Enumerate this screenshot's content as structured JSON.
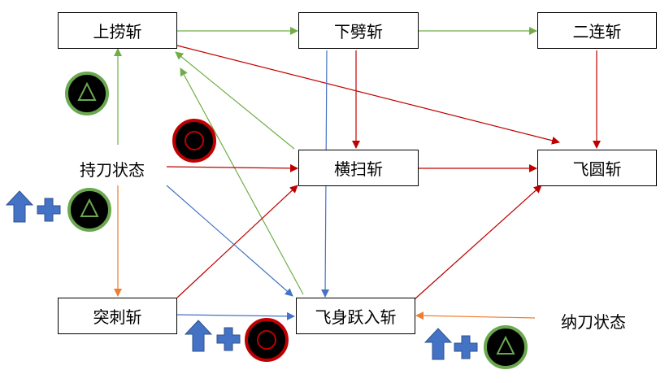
{
  "nodes": {
    "uppercut": "上捞斩",
    "downcleave": "下劈斩",
    "double": "二连斩",
    "horizontal": "横扫斩",
    "spin": "飞圆斩",
    "thrust": "突刺斩",
    "leap": "飞身跃入斩"
  },
  "states": {
    "holding": "持刀状态",
    "sheathed": "纳刀状态"
  },
  "buttons": {
    "triangle": {
      "symbol": "triangle",
      "ring": "#6aa84f",
      "fill": "#000000"
    },
    "circle": {
      "symbol": "circle",
      "ring": "#c00000",
      "fill": "#000000"
    },
    "up_arrow": {
      "color": "#4472c4"
    },
    "plus": {
      "color": "#4472c4"
    }
  },
  "colors": {
    "green": "#70ad47",
    "red": "#c00000",
    "blue": "#4472c4",
    "orange": "#ed7d31"
  }
}
